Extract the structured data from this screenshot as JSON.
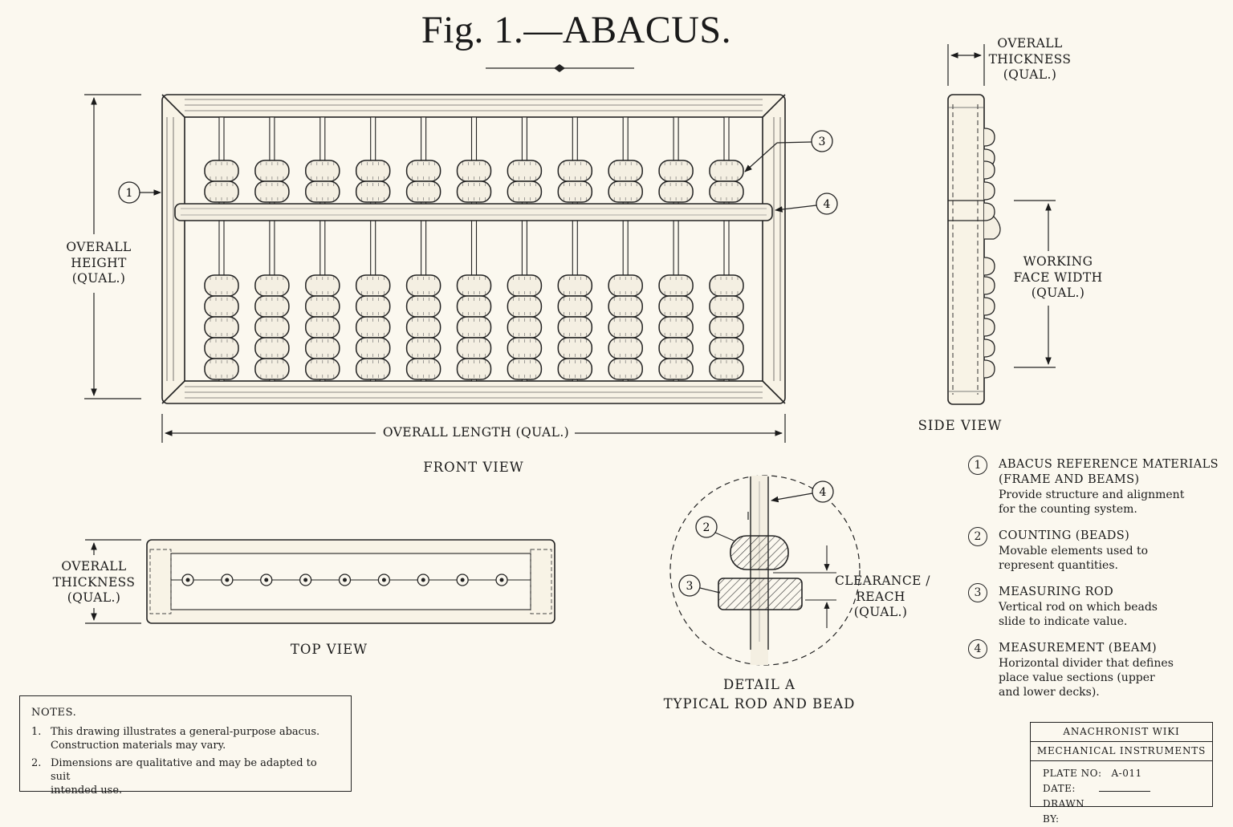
{
  "title": "Fig. 1.—ABACUS.",
  "front_view": {
    "caption": "FRONT VIEW",
    "height_label": [
      "OVERALL",
      "HEIGHT",
      "(QUAL.)"
    ],
    "length_label": "OVERALL LENGTH (QUAL.)",
    "rod_count": 11,
    "upper_beads_per_rod": 2,
    "lower_beads_per_rod": 5,
    "callouts": [
      "1",
      "3",
      "4"
    ]
  },
  "side_view": {
    "caption": "SIDE VIEW",
    "thickness_label": [
      "OVERALL",
      "THICKNESS",
      "(QUAL.)"
    ],
    "width_label": [
      "WORKING",
      "FACE WIDTH",
      "(QUAL.)"
    ]
  },
  "top_view": {
    "caption": "TOP VIEW",
    "thickness_label": [
      "OVERALL",
      "THICKNESS",
      "(QUAL.)"
    ],
    "hole_count": 9
  },
  "detail": {
    "caption": [
      "DETAIL A",
      "TYPICAL ROD AND BEAD"
    ],
    "clearance_label": [
      "CLEARANCE /",
      "REACH",
      "(QUAL.)"
    ],
    "callouts": [
      "2",
      "3",
      "4"
    ]
  },
  "legend": [
    {
      "num": "1",
      "title": [
        "ABACUS REFERENCE MATERIALS",
        "(FRAME AND BEAMS)"
      ],
      "desc": [
        "Provide structure and alignment",
        "for the counting system."
      ]
    },
    {
      "num": "2",
      "title": [
        "COUNTING (BEADS)"
      ],
      "desc": [
        "Movable elements used to",
        "represent quantities."
      ]
    },
    {
      "num": "3",
      "title": [
        "MEASURING ROD"
      ],
      "desc": [
        "Vertical rod on which beads",
        "slide to indicate value."
      ]
    },
    {
      "num": "4",
      "title": [
        "MEASUREMENT (BEAM)"
      ],
      "desc": [
        "Horizontal divider that defines",
        "place value sections (upper",
        "and lower decks)."
      ]
    }
  ],
  "notes": {
    "title": "NOTES.",
    "items": [
      {
        "num": "1.",
        "text": [
          "This drawing illustrates a general-purpose abacus.",
          "Construction materials may vary."
        ]
      },
      {
        "num": "2.",
        "text": [
          "Dimensions are qualitative and may be adapted to suit",
          "intended use."
        ]
      }
    ]
  },
  "title_block": {
    "org": "ANACHRONIST WIKI",
    "category": "MECHANICAL INSTRUMENTS",
    "plate_label": "PLATE NO:",
    "plate_value": "A-011",
    "date_label": "DATE:",
    "drawn_label": "DRAWN BY:"
  }
}
